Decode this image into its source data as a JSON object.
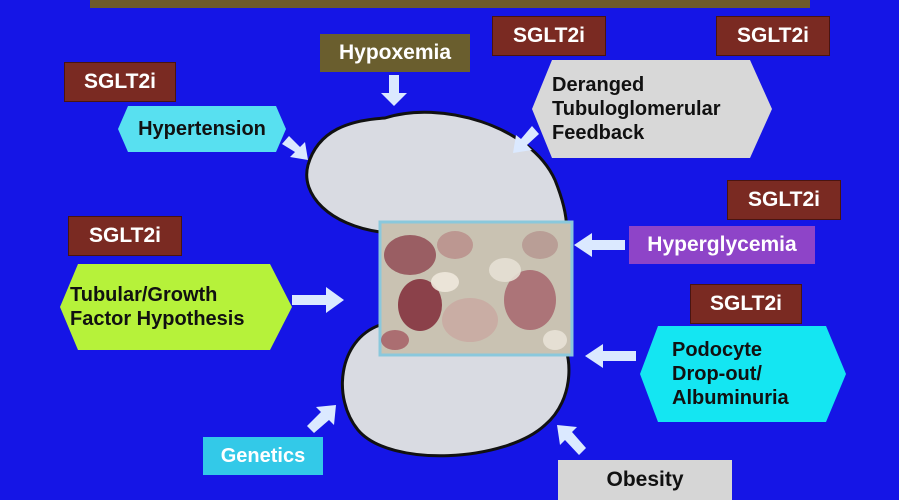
{
  "labels": {
    "hypoxemia": "Hypoxemia",
    "hypertension": "Hypertension",
    "deranged": [
      "Deranged",
      "Tubuloglomerular",
      "Feedback"
    ],
    "hyperglycemia": "Hyperglycemia",
    "tubular": [
      "Tubular/Growth",
      "Factor Hypothesis"
    ],
    "podocyte": [
      "Podocyte",
      "Drop-out/",
      "Albuminuria"
    ],
    "genetics": "Genetics",
    "obesity": "Obesity"
  },
  "sglt2i_labels": [
    "SGLT2i",
    "SGLT2i",
    "SGLT2i",
    "SGLT2i",
    "SGLT2i",
    "SGLT2i"
  ],
  "colors": {
    "background": "#1515e6",
    "kidney": "#d9dbe2",
    "sglt2i": "#7a2a22",
    "hypertension": "#58e0f0",
    "deranged": "#d8d8d8",
    "hyperglycemia": "#8e44c8",
    "tubular": "#b6f23a",
    "podocyte": "#14e6f2",
    "genetics": "#33c9e8",
    "hypoxemia": "#6a5e2e",
    "arrow": "#dbe9ff"
  }
}
